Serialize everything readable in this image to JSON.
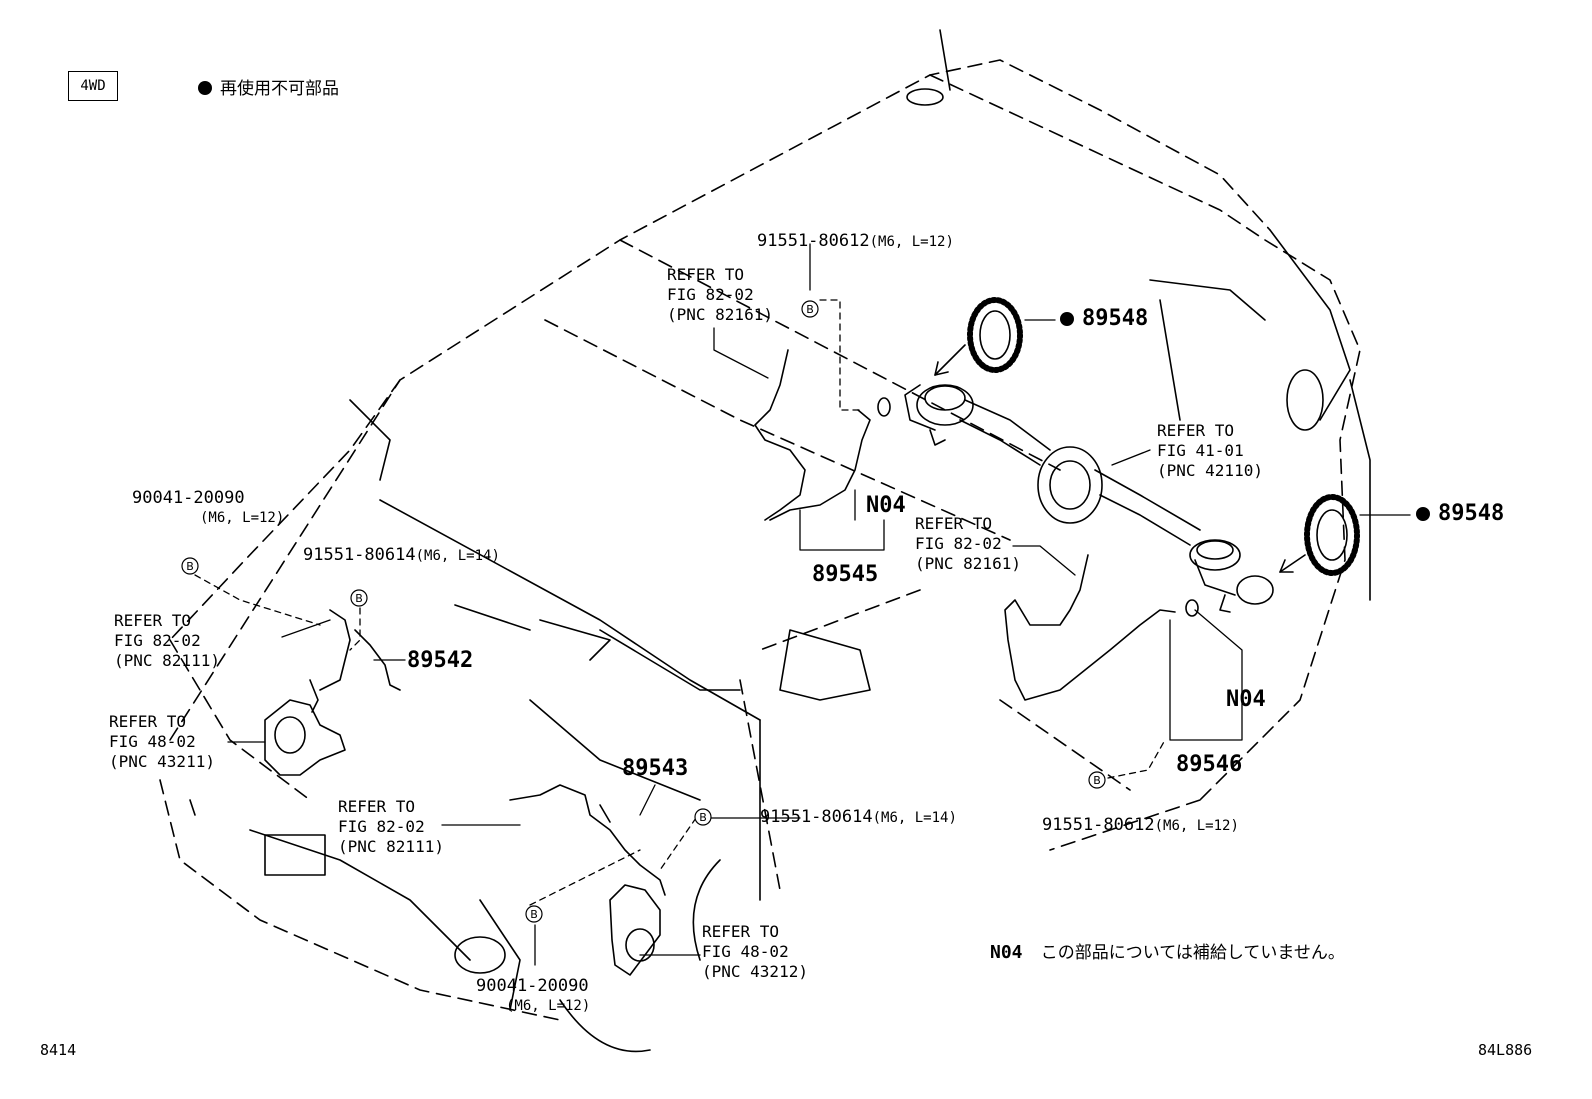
{
  "header": {
    "variant_box": "4WD",
    "legend_marker": "●",
    "legend_text": "再使用不可部品"
  },
  "callouts": {
    "bolt_rear_top": {
      "part": "91551-80612",
      "spec": "(M6, L=12)"
    },
    "refer_rear_left_harness": {
      "line1": "REFER TO",
      "line2": "FIG 82-02",
      "line3": "(PNC 82161)"
    },
    "rotor_upper": {
      "part": "89548"
    },
    "refer_axle": {
      "line1": "REFER TO",
      "line2": "FIG 41-01",
      "line3": "(PNC 42110)"
    },
    "rotor_lower": {
      "part": "89548"
    },
    "n04_upper": "N04",
    "sensor_rear_left": "89545",
    "refer_rear_right_harness": {
      "line1": "REFER TO",
      "line2": "FIG 82-02",
      "line3": "(PNC 82161)"
    },
    "bolt_front_left_a": {
      "part": "90041-20090",
      "spec": "(M6, L=12)"
    },
    "bolt_front_left_b": {
      "part": "91551-80614",
      "spec": "(M6, L=14)"
    },
    "refer_front_left_harness": {
      "line1": "REFER TO",
      "line2": "FIG 82-02",
      "line3": "(PNC 82111)"
    },
    "sensor_front_left": "89542",
    "refer_front_left_knuckle": {
      "line1": "REFER TO",
      "line2": "FIG 48-02",
      "line3": "(PNC 43211)"
    },
    "n04_lower": "N04",
    "sensor_rear_right": "89546",
    "bolt_rear_bottom": {
      "part": "91551-80612",
      "spec": "(M6, L=12)"
    },
    "sensor_front_right": "89543",
    "refer_front_right_harness": {
      "line1": "REFER TO",
      "line2": "FIG 82-02",
      "line3": "(PNC 82111)"
    },
    "bolt_front_right_a": {
      "part": "91551-80614",
      "spec": "(M6, L=14)"
    },
    "refer_front_right_knuckle": {
      "line1": "REFER TO",
      "line2": "FIG 48-02",
      "line3": "(PNC 43212)"
    },
    "bolt_front_right_b": {
      "part": "90041-20090",
      "spec": "(M6, L=12)"
    },
    "bolt_marker": "B"
  },
  "notes": {
    "n04_code": "N04",
    "n04_text": "この部品については補給していません。"
  },
  "footer": {
    "left_code": "8414",
    "right_code": "84L886"
  }
}
